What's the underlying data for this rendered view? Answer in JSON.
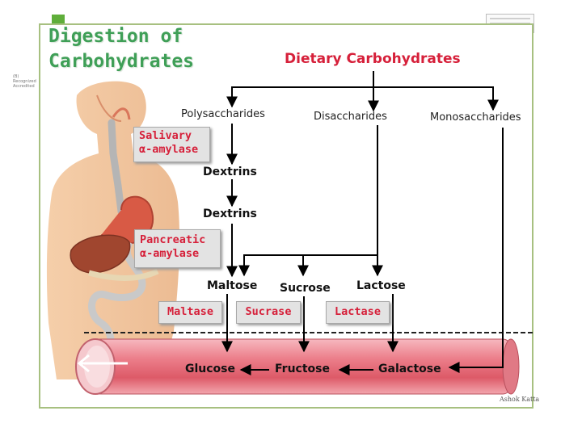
{
  "title": "Digestion of\nCarbohydrates",
  "root": "Dietary Carbohydrates",
  "categories": {
    "poly": "Polysaccharides",
    "di": "Disaccharides",
    "mono": "Monosaccharides"
  },
  "intermediates": {
    "dextrins_1": "Dextrins",
    "dextrins_2": "Dextrins",
    "maltose": "Maltose",
    "sucrose": "Sucrose",
    "lactose": "Lactose"
  },
  "enzymes": {
    "salivary": "Salivary\nα-amylase",
    "pancreatic": "Pancreatic\n α-amylase",
    "maltase": "Maltase",
    "sucrase": "Sucrase",
    "lactase": "Lactase"
  },
  "products": {
    "glucose": "Glucose",
    "fructose": "Fructose",
    "galactose": "Galactose"
  },
  "credit": "Ashok Katta",
  "colors": {
    "title": "#3f9f57",
    "accent": "#d6203a",
    "frame": "#a7c080",
    "vessel": "#e8707c"
  }
}
